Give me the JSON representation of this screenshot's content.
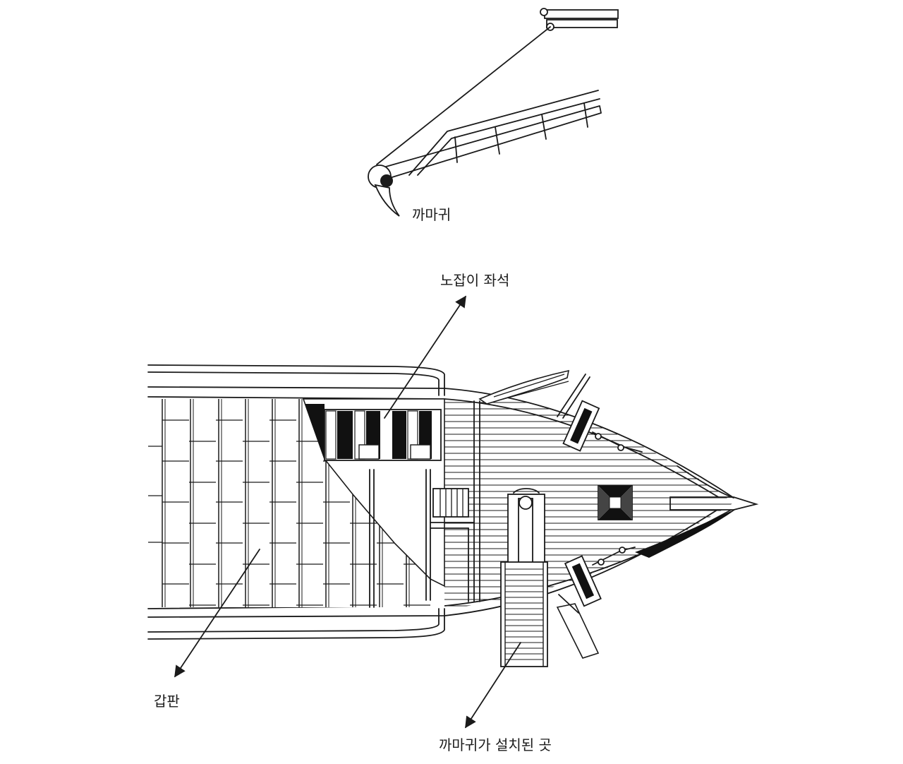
{
  "labels": {
    "hook": "까마귀",
    "rower_seat": "노잡이 좌석",
    "deck": "갑판",
    "hook_location": "까마귀가 설치된 곳"
  }
}
